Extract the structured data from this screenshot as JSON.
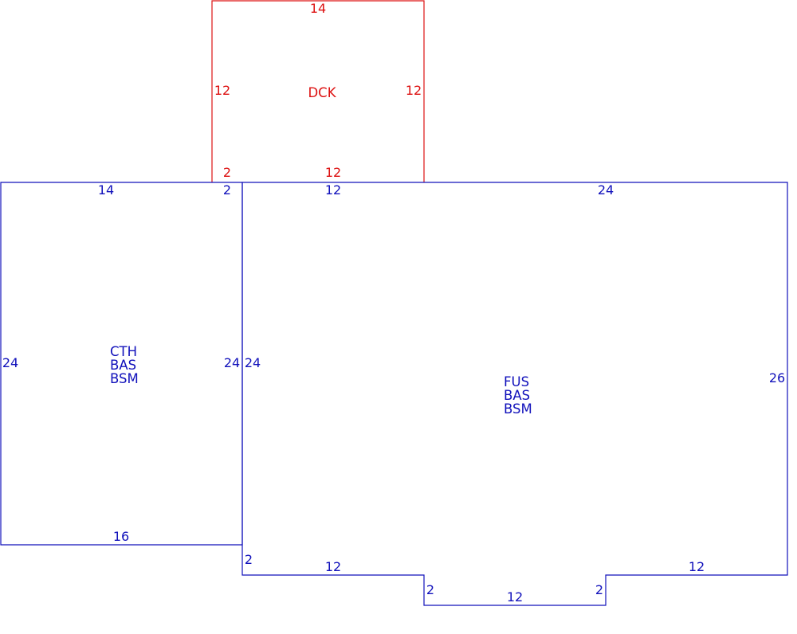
{
  "colors": {
    "deck": "#dd1111",
    "main": "#1111bb",
    "background": "#ffffff"
  },
  "deck": {
    "area_label": "DCK",
    "dims": {
      "top": "14",
      "left": "12",
      "right": "12",
      "bottom_left": "2",
      "bottom_right": "12"
    }
  },
  "left_section": {
    "area_labels": [
      "CTH",
      "BAS",
      "BSM"
    ],
    "dims": {
      "top": "14",
      "top_right": "2",
      "left": "24",
      "right": "24",
      "bottom": "16"
    }
  },
  "main_section": {
    "area_labels": [
      "FUS",
      "BAS",
      "BSM"
    ],
    "dims": {
      "top_left": "12",
      "top_right": "24",
      "left": "24",
      "right": "26",
      "step_left_vertical": "2",
      "bottom_left": "12",
      "notch_left": "2",
      "notch_bottom": "12",
      "notch_right": "2",
      "bottom_right": "12"
    }
  }
}
